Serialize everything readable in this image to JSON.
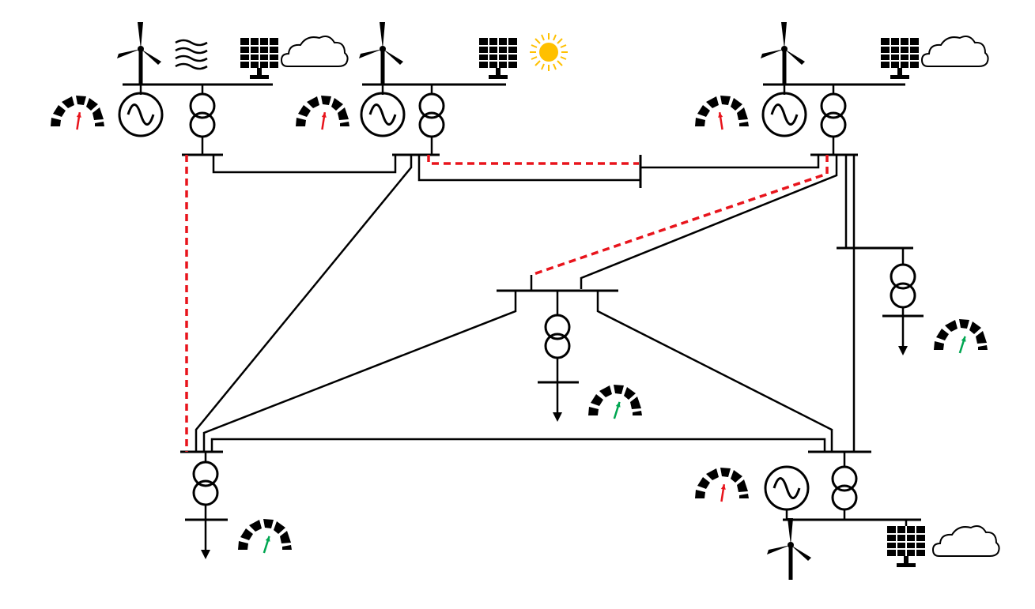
{
  "colors": {
    "line": "#000000",
    "tripped_line": "#e8141c",
    "gauge_alert": "#e8141c",
    "gauge_normal": "#00a651",
    "sun": "#ffc000",
    "background": "#ffffff"
  },
  "generator_sites": [
    {
      "id": "gen-1",
      "weather": "wind",
      "gauge_status": "alert",
      "gauge_level": 0.55
    },
    {
      "id": "gen-2",
      "weather": "sunny",
      "gauge_status": "alert",
      "gauge_level": 0.55
    },
    {
      "id": "gen-3",
      "weather": "cloudy",
      "gauge_status": "alert",
      "gauge_level": 0.45
    },
    {
      "id": "gen-4",
      "weather": "cloudy",
      "gauge_status": "alert",
      "gauge_level": 0.55
    }
  ],
  "load_sites": [
    {
      "id": "load-1",
      "gauge_status": "normal",
      "gauge_level": 0.6
    },
    {
      "id": "load-2",
      "gauge_status": "normal",
      "gauge_level": 0.6
    },
    {
      "id": "load-3",
      "gauge_status": "normal",
      "gauge_level": 0.6
    }
  ],
  "transmission_lines": [
    {
      "id": "line-1-6",
      "status": "in-service"
    },
    {
      "id": "line-1-5",
      "status": "tripped"
    },
    {
      "id": "line-2-5",
      "status": "in-service"
    },
    {
      "id": "line-2-7",
      "status": "tripped"
    },
    {
      "id": "line-2-7b",
      "status": "in-service"
    },
    {
      "id": "line-3-7",
      "status": "in-service"
    },
    {
      "id": "line-3-4",
      "status": "tripped"
    },
    {
      "id": "line-3-4b",
      "status": "in-service"
    },
    {
      "id": "line-3-8",
      "status": "in-service"
    },
    {
      "id": "line-4-5",
      "status": "in-service"
    },
    {
      "id": "line-4-6",
      "status": "in-service"
    },
    {
      "id": "line-5-6",
      "status": "in-service"
    }
  ]
}
